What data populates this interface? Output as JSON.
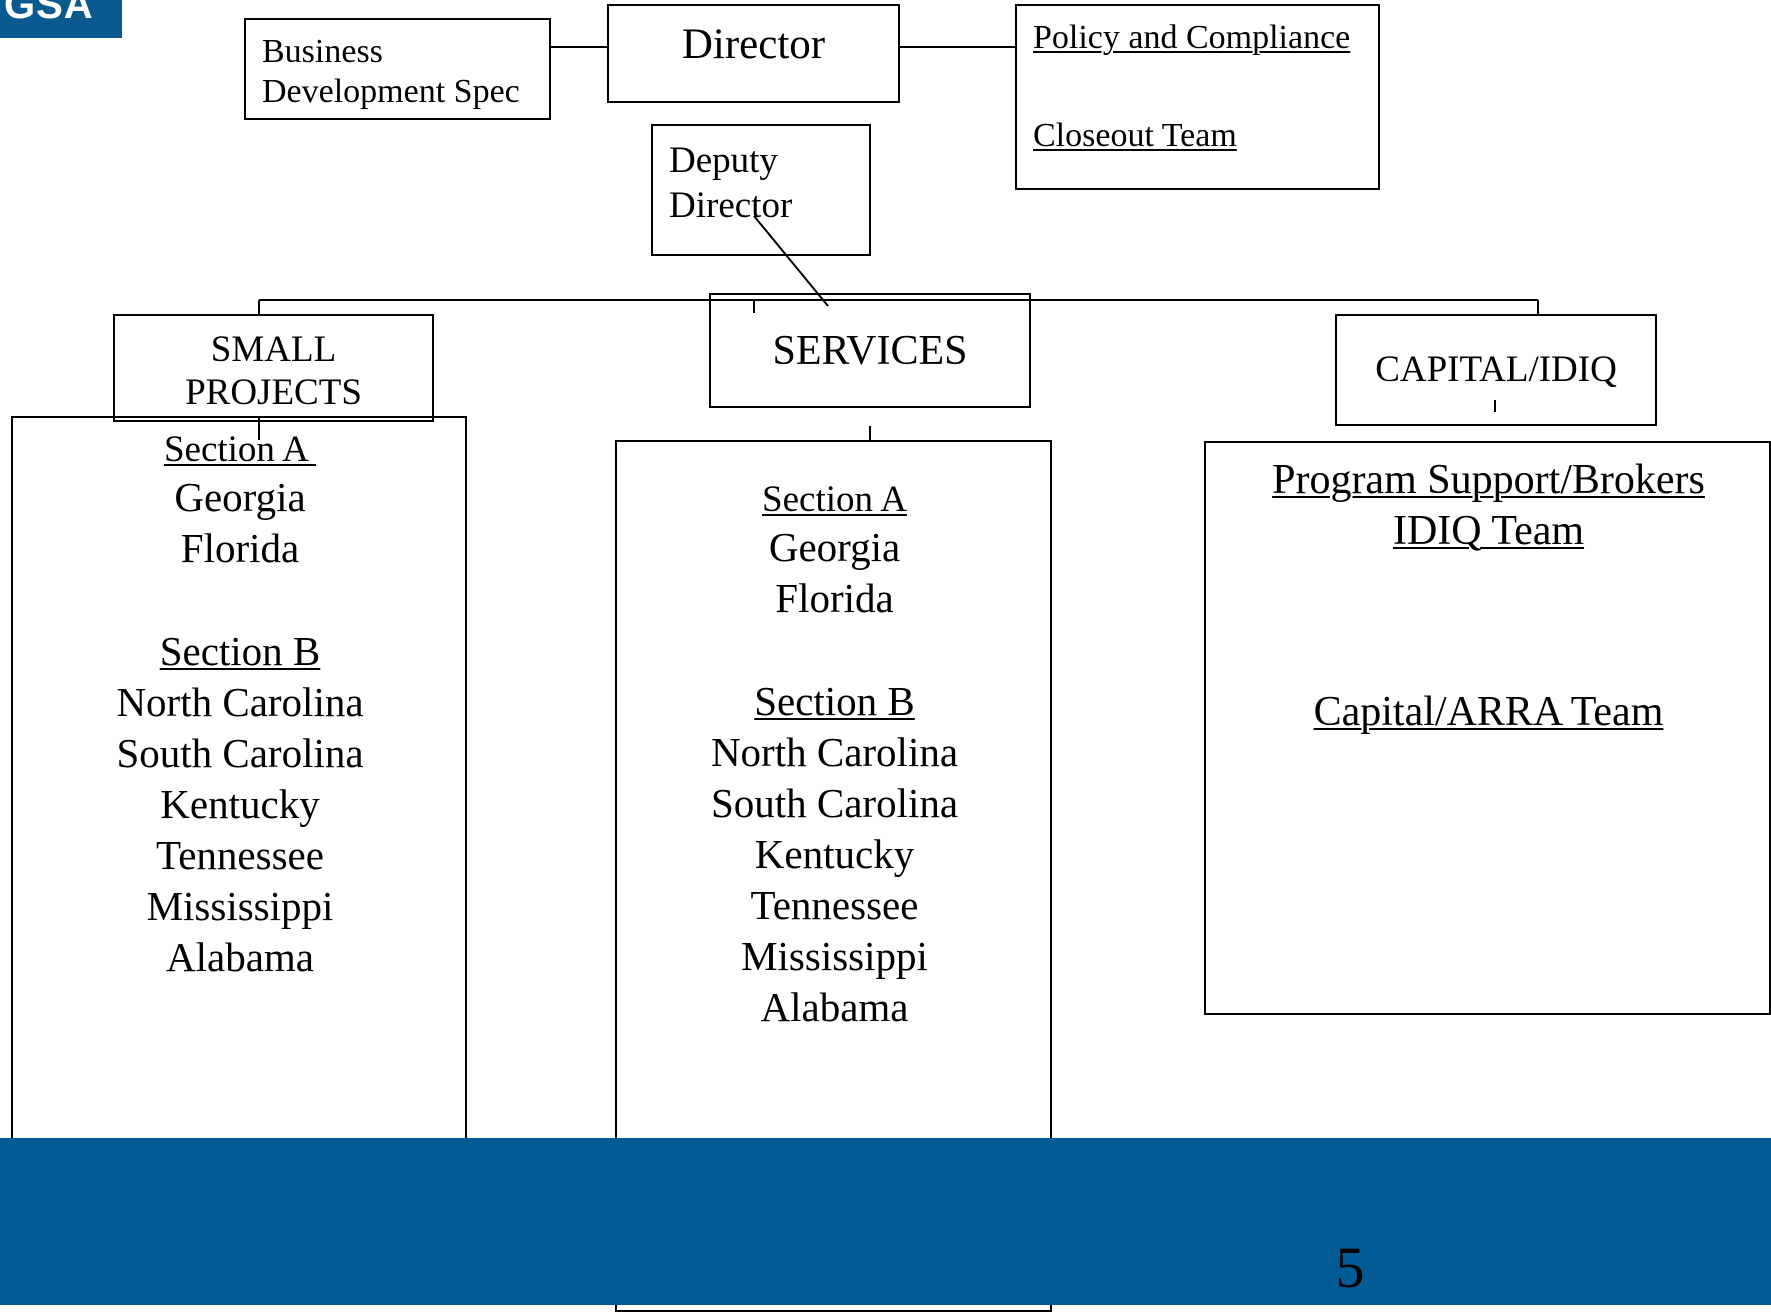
{
  "logo": {
    "text": "GSA",
    "color": "#0a5a8f"
  },
  "director": {
    "label": "Director"
  },
  "business_dev": {
    "label": "Business Development Spec"
  },
  "policy": {
    "title": "Policy and Compliance",
    "team": "Closeout Team"
  },
  "deputy": {
    "label": "Deputy Director"
  },
  "divisions": {
    "small_projects": {
      "label": "SMALL PROJECTS",
      "section_a": {
        "title": "Section A ",
        "states": [
          "Georgia",
          "Florida"
        ]
      },
      "section_b": {
        "title": "Section B",
        "states": [
          "North Carolina",
          "South Carolina",
          "Kentucky",
          "Tennessee",
          "Mississippi",
          "Alabama"
        ]
      }
    },
    "services": {
      "label": "SERVICES",
      "section_a": {
        "title": "Section A",
        "states": [
          "Georgia",
          "Florida"
        ]
      },
      "section_b": {
        "title": "Section B",
        "states": [
          "North Carolina",
          "South Carolina",
          "Kentucky",
          "Tennessee",
          "Mississippi",
          "Alabama"
        ]
      }
    },
    "capital": {
      "label": "CAPITAL/IDIQ",
      "team1": "Program Support/Brokers",
      "team2": "IDIQ Team",
      "team3": "Capital/ARRA Team"
    }
  },
  "footer": {
    "page_number": "5",
    "color": "#025b94"
  }
}
